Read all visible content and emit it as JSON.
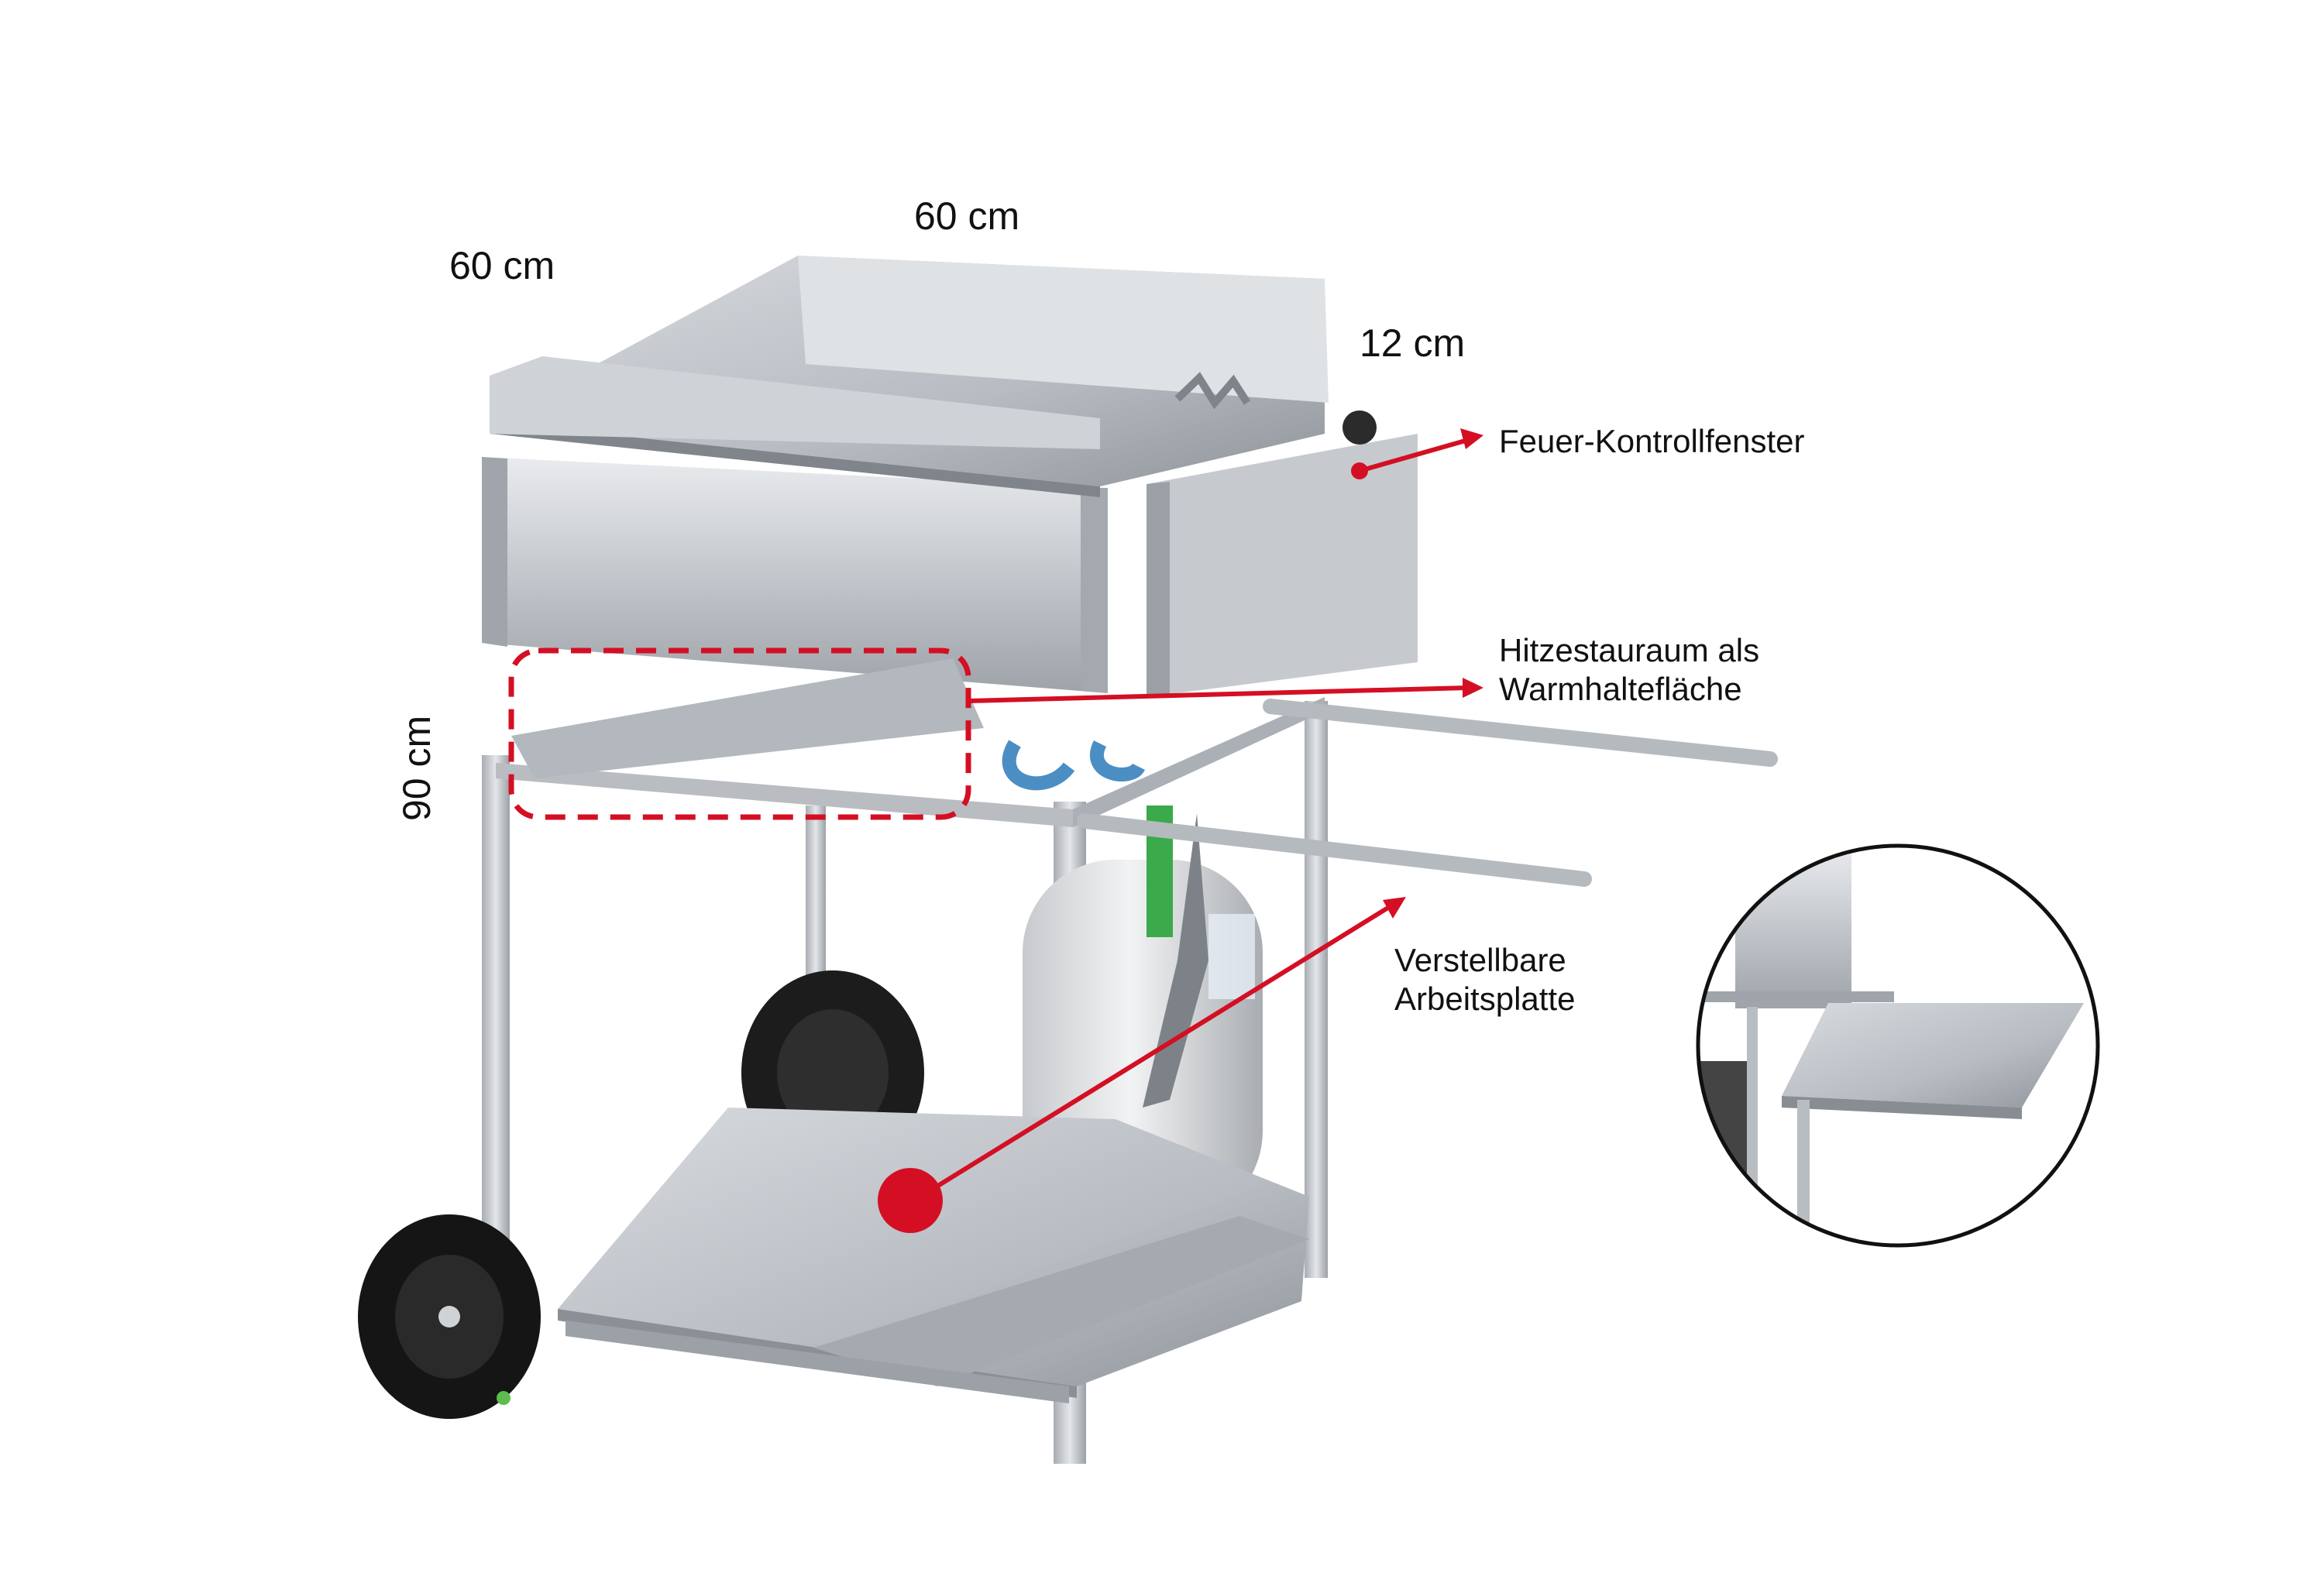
{
  "dimensions": {
    "depth": "60 cm",
    "width": "60 cm",
    "edge_height": "12 cm",
    "total_height": "90 cm"
  },
  "callouts": {
    "fire_window": "Feuer-Kontrollfenster",
    "heat_space_line1": "Hitzestauraum als",
    "heat_space_line2": "Warmhaltefläche",
    "worktop_line1": "Verstellbare",
    "worktop_line2": "Arbeitsplatte"
  },
  "colors": {
    "accent": "#d40f24",
    "steel": "#c9ccd0",
    "tire": "#1a1a1a"
  }
}
